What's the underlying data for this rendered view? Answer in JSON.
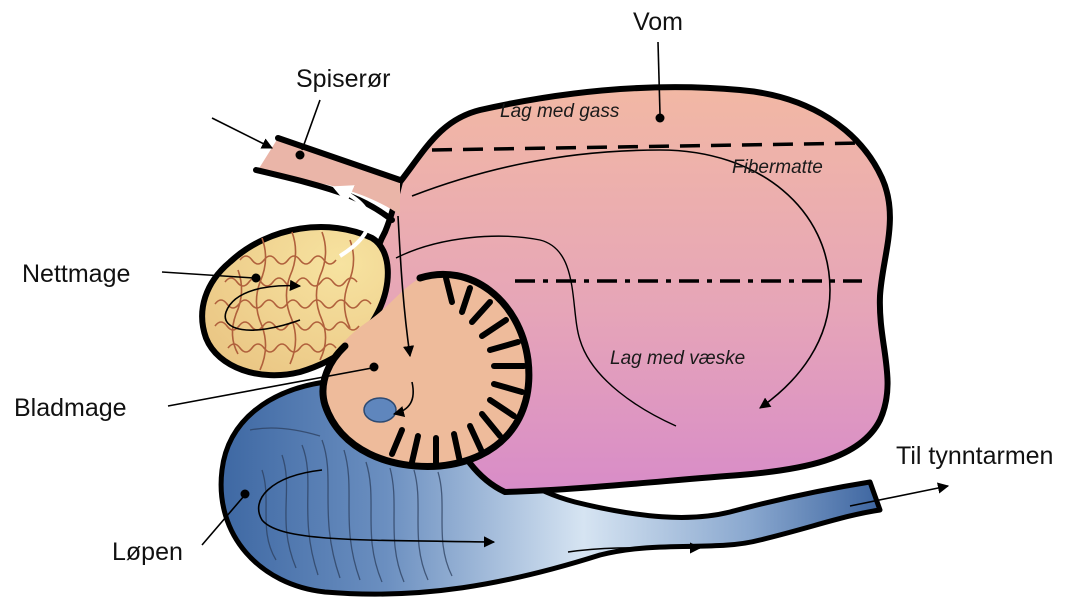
{
  "labels": {
    "vom": "Vom",
    "spiseror": "Spiserør",
    "nettmage": "Nettmage",
    "bladmage": "Bladmage",
    "lopen": "Løpen",
    "til_tynntarmen": "Til tynntarmen"
  },
  "zones": {
    "gas_layer": "Lag med gass",
    "fiber_mat": "Fibermatte",
    "liquid_layer": "Lag med væske"
  },
  "colors": {
    "rumen_top": "#f2b8a4",
    "rumen_bottom": "#d98fc6",
    "reticulum_fill": "#f1d491",
    "reticulum_pattern": "#b0603c",
    "omasum_fill": "#eebb9b",
    "abomasum_dark": "#3e68a3",
    "abomasum_light": "#cfe0f0",
    "outline": "#000000"
  }
}
